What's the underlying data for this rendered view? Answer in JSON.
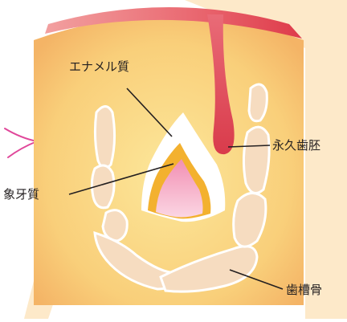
{
  "diagram": {
    "labels": {
      "enamel": "エナメル質",
      "permanent_tooth_germ": "永久歯胚",
      "dentin": "象牙質",
      "alveolar_bone": "歯槽骨"
    },
    "colors": {
      "background_peach": "#fde6c4",
      "panel_outer": "#f7c47a",
      "panel_inner": "#fbe08a",
      "gum_top": "#e24a55",
      "tooth_germ_red": "#e04b55",
      "bone": "#f6dcc0",
      "bone_outline": "#ffffff",
      "enamel": "#ffffff",
      "dentin": "#f3b12f",
      "pulp": "#ee8fb0",
      "pointer_pink": "#e0479a",
      "leader_line": "#231f20"
    }
  }
}
